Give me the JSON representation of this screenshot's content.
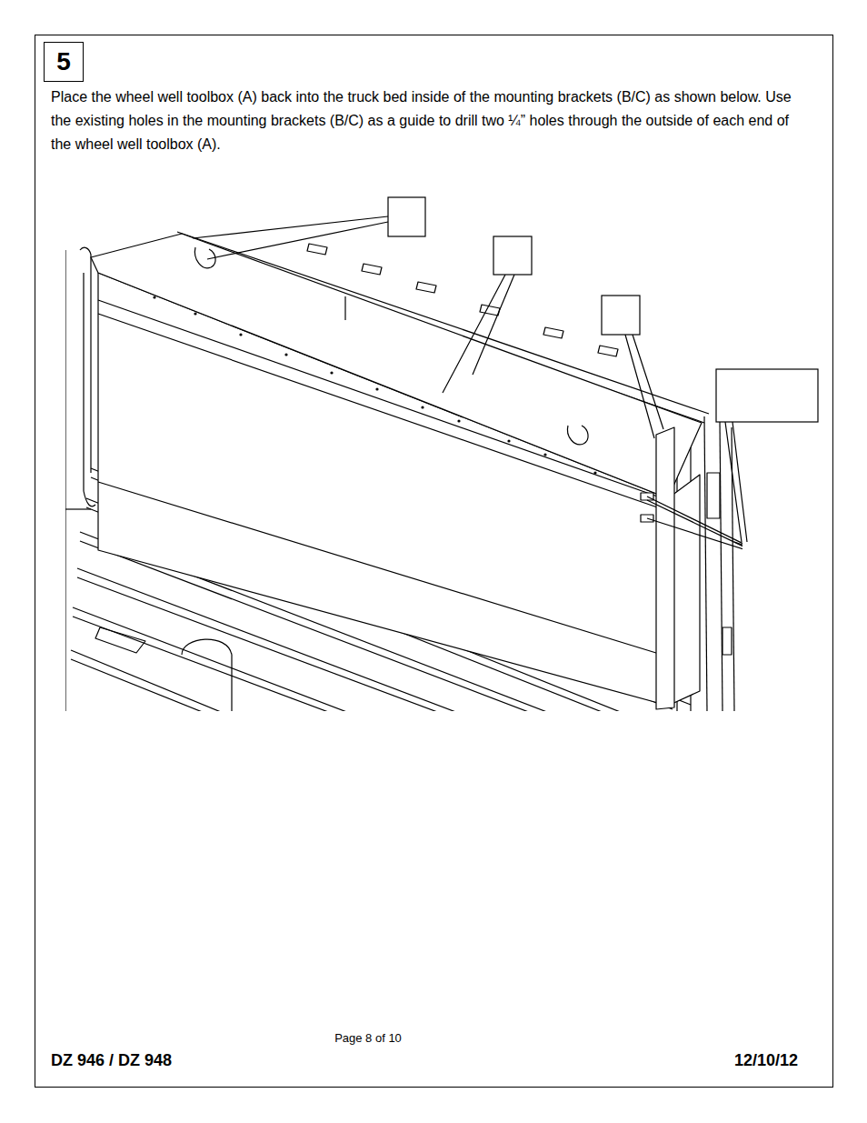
{
  "diagram": {
    "nodes": [
      {
        "text": [
          "5"
        ]
      }
    ],
    "labels": [
      "Place the wheel well toolbox (A) back into the truck bed inside of the mounting brackets (B/C) as shown below. Use the existing holes in the mounting brackets (B/C) as a guide to drill two ¼” holes through the outside of each end of the wheel well toolbox (A).",
      "Page 8 of 10",
      "DZ 946 / DZ 948",
      "12/10/12"
    ]
  }
}
